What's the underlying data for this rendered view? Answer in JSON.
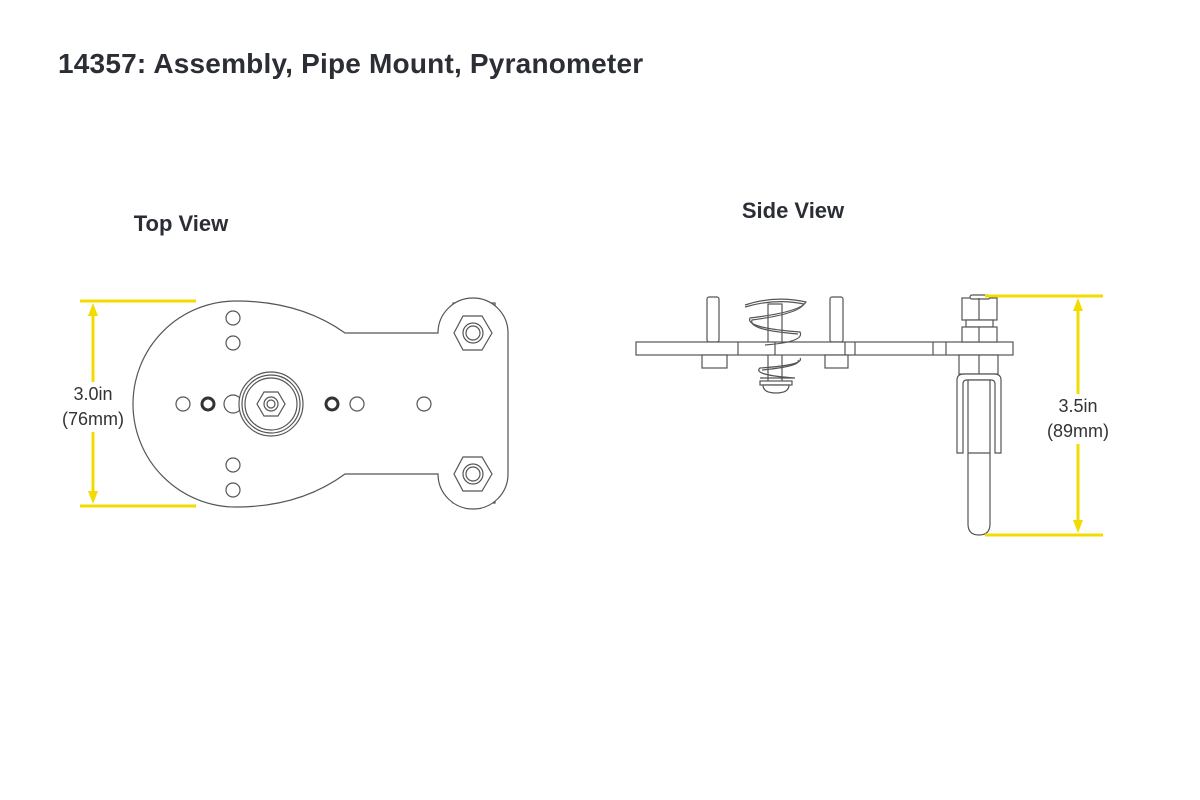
{
  "title": "14357: Assembly, Pipe Mount, Pyranometer",
  "views": {
    "top": {
      "label": "Top View",
      "dimension_in": "3.0in",
      "dimension_mm": "(76mm)"
    },
    "side": {
      "label": "Side View",
      "dimension_in": "3.5in",
      "dimension_mm": "(89mm)"
    }
  },
  "colors": {
    "dimension": "#f2dc00",
    "text": "#2b2e35",
    "line": "#555555"
  }
}
